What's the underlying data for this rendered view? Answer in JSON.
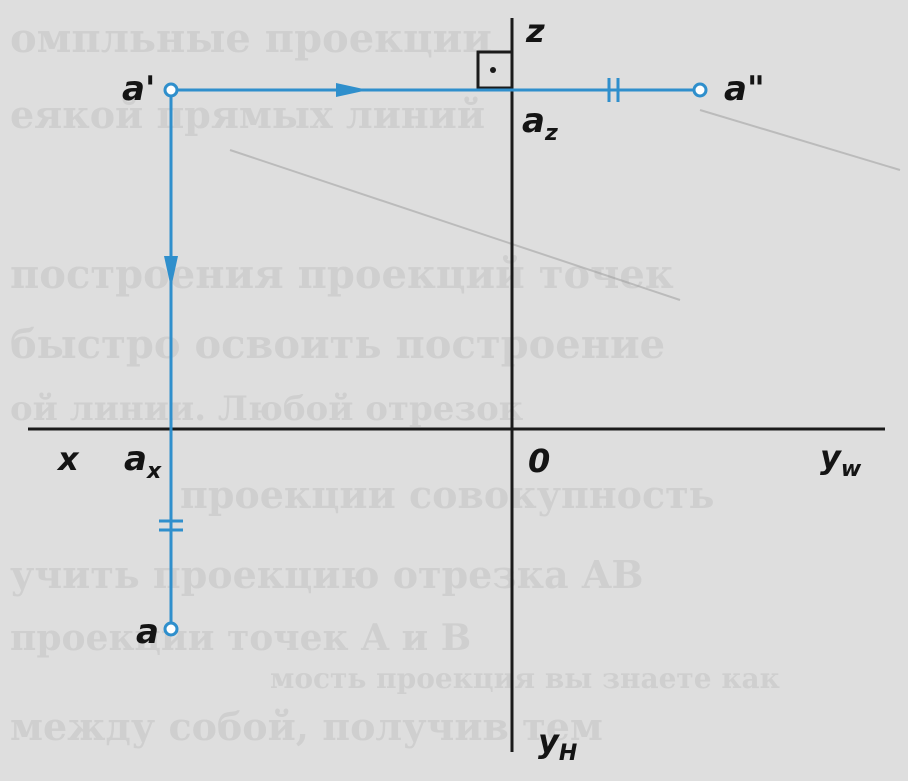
{
  "background_text": [
    "омпльные проекции",
    "еякой прямых линий",
    "построения проекций точек",
    "быстро освоить построение",
    "ой линии. Любой отрезок",
    "проекции совокупность",
    "учить проекцию отрезка AB",
    "проекции точек A и B",
    "мость проекция вы знаете как",
    "между собой, получив тем"
  ],
  "labels": {
    "z_axis": "z",
    "x_axis": "x",
    "yw_main": "y",
    "yw_sub": "w",
    "yh_main": "y",
    "yh_sub": "H",
    "origin": "0",
    "point_front": "a'",
    "point_profile": "a\"",
    "point_top": "a",
    "az_main": "a",
    "az_sub": "z",
    "ax_main": "a",
    "ax_sub": "x"
  },
  "colors": {
    "projection_line": "#2f8fcc",
    "axis_line": "#1a1a1a",
    "label": "#141414",
    "background": "#dedede"
  }
}
